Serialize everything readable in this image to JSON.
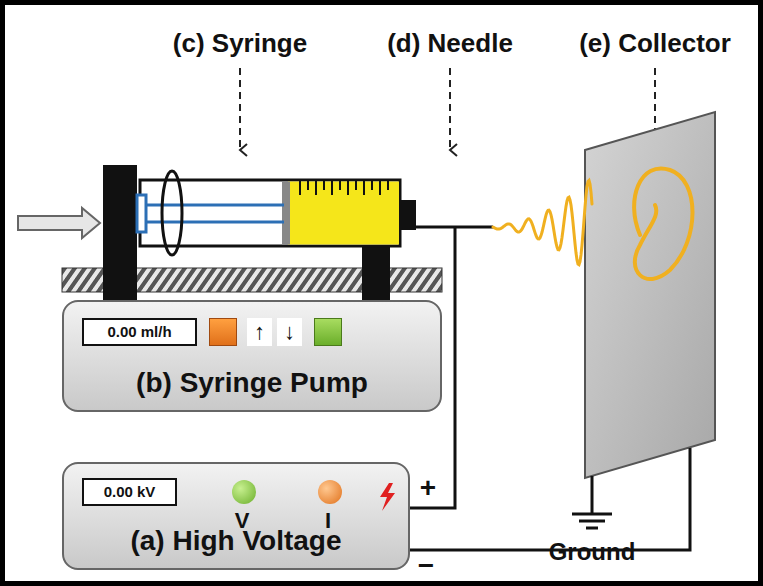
{
  "diagram": {
    "nodes": [
      {
        "text": [
          "(b) Syringe Pump"
        ]
      },
      {
        "text": [
          "0.00 ml/h"
        ],
        "in": 0
      },
      {
        "text": [
          "↑"
        ],
        "in": 0
      },
      {
        "text": [
          "↓"
        ],
        "in": 0
      },
      {
        "text": [
          "(a) High Voltage"
        ]
      },
      {
        "text": [
          "0.00 kV"
        ],
        "in": 4
      }
    ],
    "labels": [
      "(c) Syringe",
      "(d) Needle",
      "(e) Collector",
      "V",
      "I",
      "+",
      "Ground",
      "−"
    ]
  }
}
